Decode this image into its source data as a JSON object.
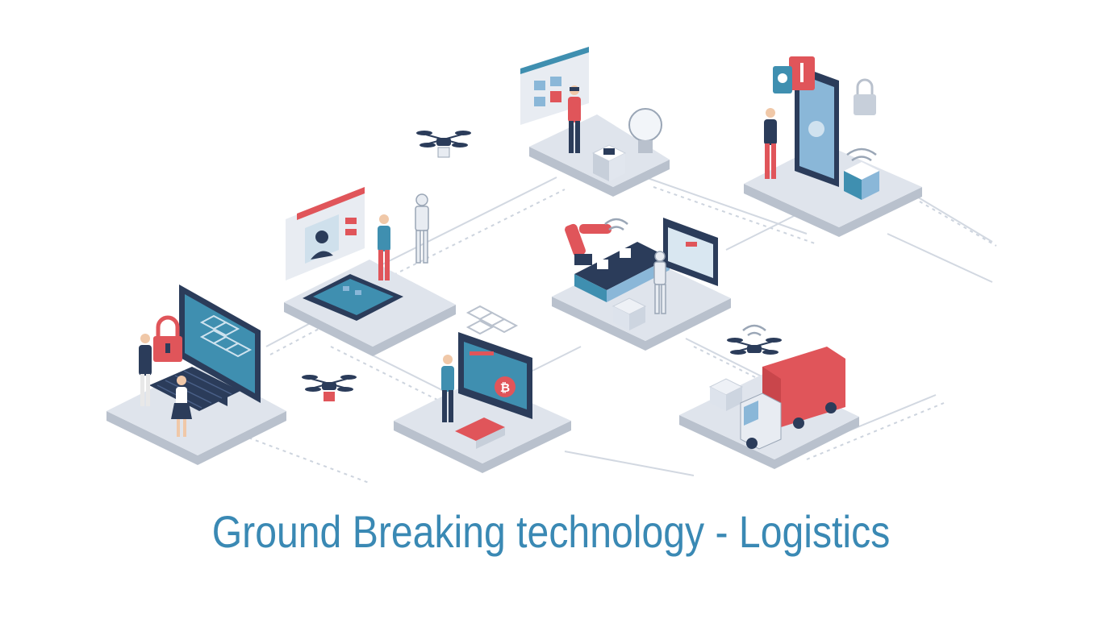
{
  "caption": {
    "text": "Ground Breaking technology - Logistics"
  },
  "colors": {
    "caption": "#3a89b4",
    "platform_top": "#dfe4ec",
    "platform_side": "#b9c1cd",
    "navy": "#2b3c5a",
    "red": "#e0555a",
    "teal": "#3f8fb0",
    "steel_blue": "#8ab7d8"
  },
  "illustration": {
    "scenes": [
      {
        "name": "cyber-security-workstation",
        "icons": [
          "monitor-icon",
          "padlock-icon",
          "keyboard-icon"
        ]
      },
      {
        "name": "facial-recognition-tablet",
        "icons": [
          "face-scan-icon",
          "robot-icon"
        ]
      },
      {
        "name": "virtual-reality-dashboard",
        "icons": [
          "vr-headset-icon",
          "lightbulb-icon",
          "chip-icon"
        ]
      },
      {
        "name": "smart-home-phone",
        "icons": [
          "smartphone-icon",
          "padlock-icon",
          "wifi-icon"
        ]
      },
      {
        "name": "robotic-factory",
        "icons": [
          "robot-arm-icon",
          "robot-icon",
          "boxes-icon"
        ]
      },
      {
        "name": "blockchain-payments",
        "icons": [
          "blockchain-icon",
          "bitcoin-icon",
          "credit-card-icon"
        ]
      },
      {
        "name": "delivery-truck",
        "icons": [
          "truck-icon",
          "drone-icon",
          "boxes-icon"
        ]
      }
    ],
    "coin_symbol": "₿"
  }
}
